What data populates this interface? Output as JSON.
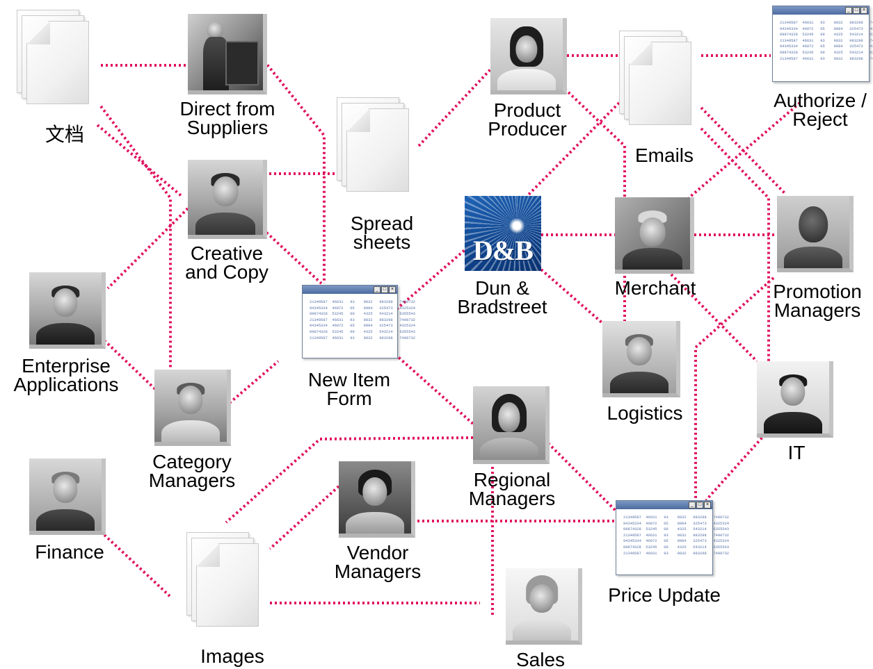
{
  "theme": {
    "link_color": "#e0115f",
    "logo_bg": "#1f63b5"
  },
  "nodes": {
    "docs_top": {
      "label": "文档",
      "icon": "document-stack-icon"
    },
    "direct_suppliers": {
      "label": "Direct from\nSuppliers",
      "icon": "worker-dolly-photo"
    },
    "creative_copy": {
      "label": "Creative\nand Copy",
      "icon": "man-phone-photo"
    },
    "spreadsheets": {
      "label": "Spread\nsheets",
      "icon": "document-stack-icon"
    },
    "product_producer": {
      "label": "Product\nProducer",
      "icon": "woman-portrait-photo"
    },
    "emails": {
      "label": "Emails",
      "icon": "document-stack-icon"
    },
    "authorize_reject": {
      "label": "Authorize /\nReject",
      "icon": "form-window-icon"
    },
    "dun_bradstreet": {
      "label": "Dun &\nBradstreet",
      "logo_text": "D&B",
      "icon": "dnb-logo"
    },
    "merchant": {
      "label": "Merchant",
      "icon": "man-reading-photo"
    },
    "promotion_managers": {
      "label": "Promotion\nManagers",
      "icon": "man-portrait-photo"
    },
    "enterprise_apps": {
      "label": "Enterprise\nApplications",
      "icon": "man-phone-photo"
    },
    "new_item_form": {
      "label": "New Item\nForm",
      "icon": "form-window-icon"
    },
    "logistics": {
      "label": "Logistics",
      "icon": "man-portrait-photo"
    },
    "it": {
      "label": "IT",
      "icon": "man-portrait-photo"
    },
    "category_managers": {
      "label": "Category\nManagers",
      "icon": "man-phone-photo"
    },
    "regional_managers": {
      "label": "Regional\nManagers",
      "icon": "woman-headset-photo"
    },
    "finance": {
      "label": "Finance",
      "icon": "man-portrait-photo"
    },
    "vendor_managers": {
      "label": "Vendor\nManagers",
      "icon": "man-smiling-photo"
    },
    "price_update": {
      "label": "Price Update",
      "icon": "form-window-icon"
    },
    "images": {
      "label": "Images",
      "icon": "document-stack-icon"
    },
    "sales": {
      "label": "Sales",
      "icon": "woman-portrait-photo"
    }
  },
  "form_rows": [
    "21349587  46631   93    9832   983298   7490732",
    "94345334  46072   05    0984   325473   4325324",
    "09874328  53245   09    4325   543214   6355543",
    "21349587  46631   93    9832   983298   7490732",
    "94345334  46072   05    0984   325473   4325324",
    "09874328  53245   09    4325   543214   6355543",
    "21349587  46631   93    9832   983298   7490732"
  ]
}
